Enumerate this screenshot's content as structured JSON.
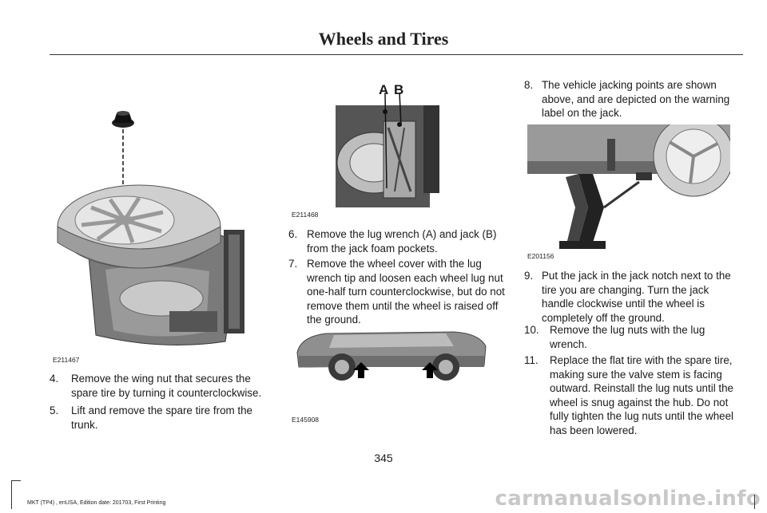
{
  "header": {
    "title": "Wheels and Tires"
  },
  "figures": {
    "spare_tire": {
      "code": "E211467"
    },
    "jack_pockets": {
      "code": "E211468",
      "label_a": "A",
      "label_b": "B"
    },
    "jacking_points": {
      "code": "E145908"
    },
    "jack_under_car": {
      "code": "E201156"
    }
  },
  "steps": [
    {
      "num": "4.",
      "text": "Remove the wing nut that secures the spare tire by turning it counterclockwise."
    },
    {
      "num": "5.",
      "text": "Lift and remove the spare tire from the trunk."
    },
    {
      "num": "6.",
      "text": "Remove the lug wrench (A) and jack (B) from the jack foam pockets."
    },
    {
      "num": "7.",
      "text": "Remove the wheel cover with the lug wrench tip and loosen each wheel lug nut one-half turn counterclockwise, but do not remove them until the wheel is raised off the ground."
    },
    {
      "num": "8.",
      "text": "The vehicle jacking points are shown above, and are depicted on the warning label on the jack."
    },
    {
      "num": "9.",
      "text": "Put the jack in the jack notch next to the tire you are changing. Turn the jack handle clockwise until the wheel is completely off the ground."
    },
    {
      "num": "10.",
      "text": "Remove the lug nuts with the lug wrench."
    },
    {
      "num": "11.",
      "text": "Replace the flat tire with the spare tire, making sure the valve stem is facing outward. Reinstall the lug nuts until the wheel is snug against the hub. Do not fully tighten the lug nuts until the wheel has been lowered."
    }
  ],
  "page_number": "345",
  "footer": "MKT (TP4) , enUSA, Edition date: 201703, First Printing",
  "watermark": "carmanualsonline.info"
}
